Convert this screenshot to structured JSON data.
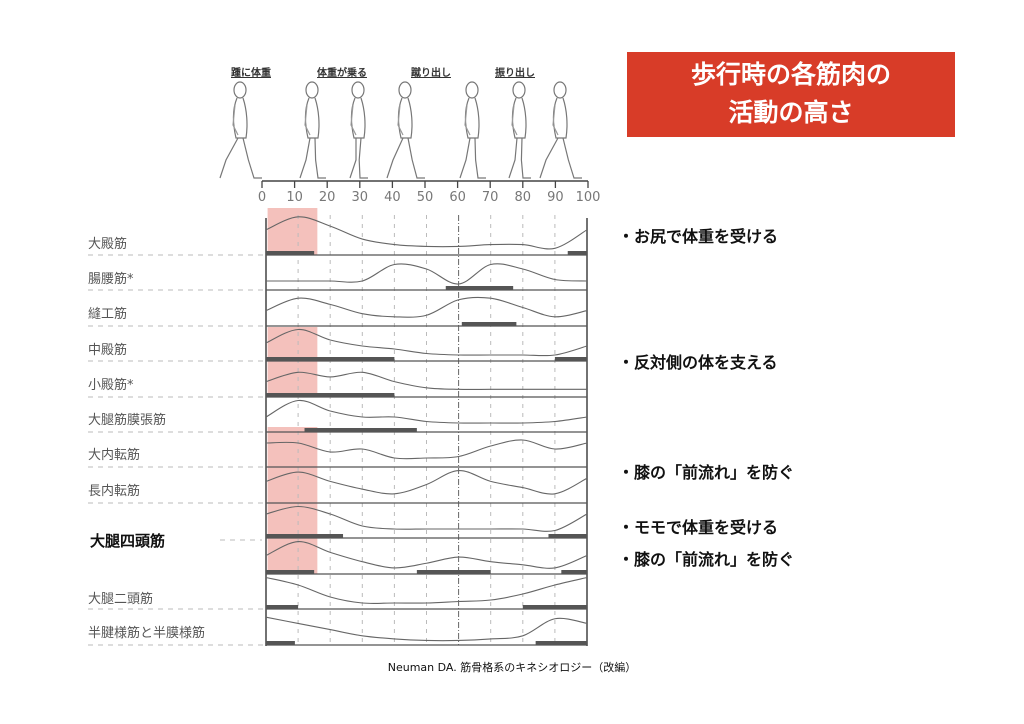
{
  "title": {
    "line1": "歩行時の各筋肉の",
    "line2": "活動の高さ"
  },
  "phases": [
    "踵に体重",
    "体重が乗る",
    "蹴り出し",
    "振り出し"
  ],
  "gait_axis": {
    "ticks": [
      "0",
      "10",
      "20",
      "30",
      "40",
      "50",
      "60",
      "70",
      "80",
      "90",
      "100"
    ]
  },
  "colors": {
    "title_bg": "#d83c28",
    "highlight": "#f2b6b0",
    "bar": "#555555"
  },
  "highlights_percent": [
    [
      0.5,
      16
    ]
  ],
  "muscles": [
    {
      "label": "大殿筋",
      "curve": [
        0.6,
        0.95,
        0.7,
        0.35,
        0.2,
        0.15,
        0.15,
        0.2,
        0.2,
        0.1,
        0.6
      ],
      "bars": [
        [
          0,
          15
        ],
        [
          94,
          100
        ]
      ]
    },
    {
      "label": "腸腰筋*",
      "curve": [
        0.2,
        0.2,
        0.2,
        0.2,
        0.75,
        0.6,
        0.1,
        0.75,
        0.6,
        0.25,
        0.2
      ],
      "bars": [
        [
          56,
          77
        ]
      ]
    },
    {
      "label": "縫工筋",
      "curve": [
        0.4,
        0.8,
        0.6,
        0.3,
        0.2,
        0.25,
        0.75,
        0.8,
        0.5,
        0.2,
        0.4
      ],
      "bars": [
        [
          61,
          78
        ]
      ]
    },
    {
      "label": "中殿筋",
      "curve": [
        0.5,
        0.95,
        0.6,
        0.4,
        0.3,
        0.15,
        0.1,
        0.1,
        0.1,
        0.1,
        0.4
      ],
      "bars": [
        [
          0,
          40
        ],
        [
          90,
          100
        ]
      ]
    },
    {
      "label": "小殿筋*",
      "curve": [
        0.4,
        0.7,
        0.55,
        0.7,
        0.4,
        0.2,
        0.15,
        0.15,
        0.15,
        0.15,
        0.15
      ],
      "bars": [
        [
          0,
          40
        ]
      ]
    },
    {
      "label": "大腿筋膜張筋",
      "curve": [
        0.4,
        0.95,
        0.6,
        0.4,
        0.4,
        0.25,
        0.2,
        0.2,
        0.2,
        0.25,
        0.4
      ],
      "bars": [
        [
          12,
          47
        ]
      ]
    },
    {
      "label": "大内転筋",
      "curve": [
        0.7,
        0.7,
        0.4,
        0.5,
        0.2,
        0.2,
        0.25,
        0.6,
        0.8,
        0.5,
        0.7
      ],
      "bars": []
    },
    {
      "label": "長内転筋",
      "curve": [
        0.6,
        0.9,
        0.6,
        0.35,
        0.2,
        0.5,
        0.95,
        0.6,
        0.4,
        0.2,
        0.7
      ],
      "bars": []
    },
    {
      "label": "大腿四頭筋",
      "curve": [
        0.7,
        0.95,
        0.7,
        0.3,
        0.2,
        0.2,
        0.2,
        0.2,
        0.2,
        0.15,
        0.7
      ],
      "bars": [
        [
          0,
          24
        ],
        [
          88,
          100
        ]
      ]
    },
    {
      "label": "",
      "curve": [
        0.5,
        0.95,
        0.6,
        0.3,
        0.1,
        0.25,
        0.45,
        0.3,
        0.2,
        0.1,
        0.5
      ],
      "bars": [
        [
          0,
          15
        ],
        [
          47,
          70
        ],
        [
          92,
          100
        ]
      ]
    },
    {
      "label": "大腿二頭筋",
      "curve": [
        0.95,
        0.7,
        0.3,
        0.1,
        0.1,
        0.1,
        0.15,
        0.2,
        0.4,
        0.7,
        0.95
      ],
      "bars": [
        [
          0,
          10
        ],
        [
          80,
          100
        ]
      ]
    },
    {
      "label": "半腱様筋と半膜様筋",
      "curve": [
        0.8,
        0.6,
        0.4,
        0.2,
        0.1,
        0.05,
        0.05,
        0.1,
        0.2,
        0.75,
        0.6
      ],
      "bars": [
        [
          0,
          9
        ],
        [
          84,
          100
        ]
      ]
    }
  ],
  "notes": [
    "・お尻で体重を受ける",
    "・反対側の体を支える",
    "・膝の「前流れ」を防ぐ",
    "・モモで体重を受ける",
    "・膝の「前流れ」を防ぐ"
  ],
  "citation": "Neuman DA. 筋骨格系のキネシオロジー（改編）"
}
